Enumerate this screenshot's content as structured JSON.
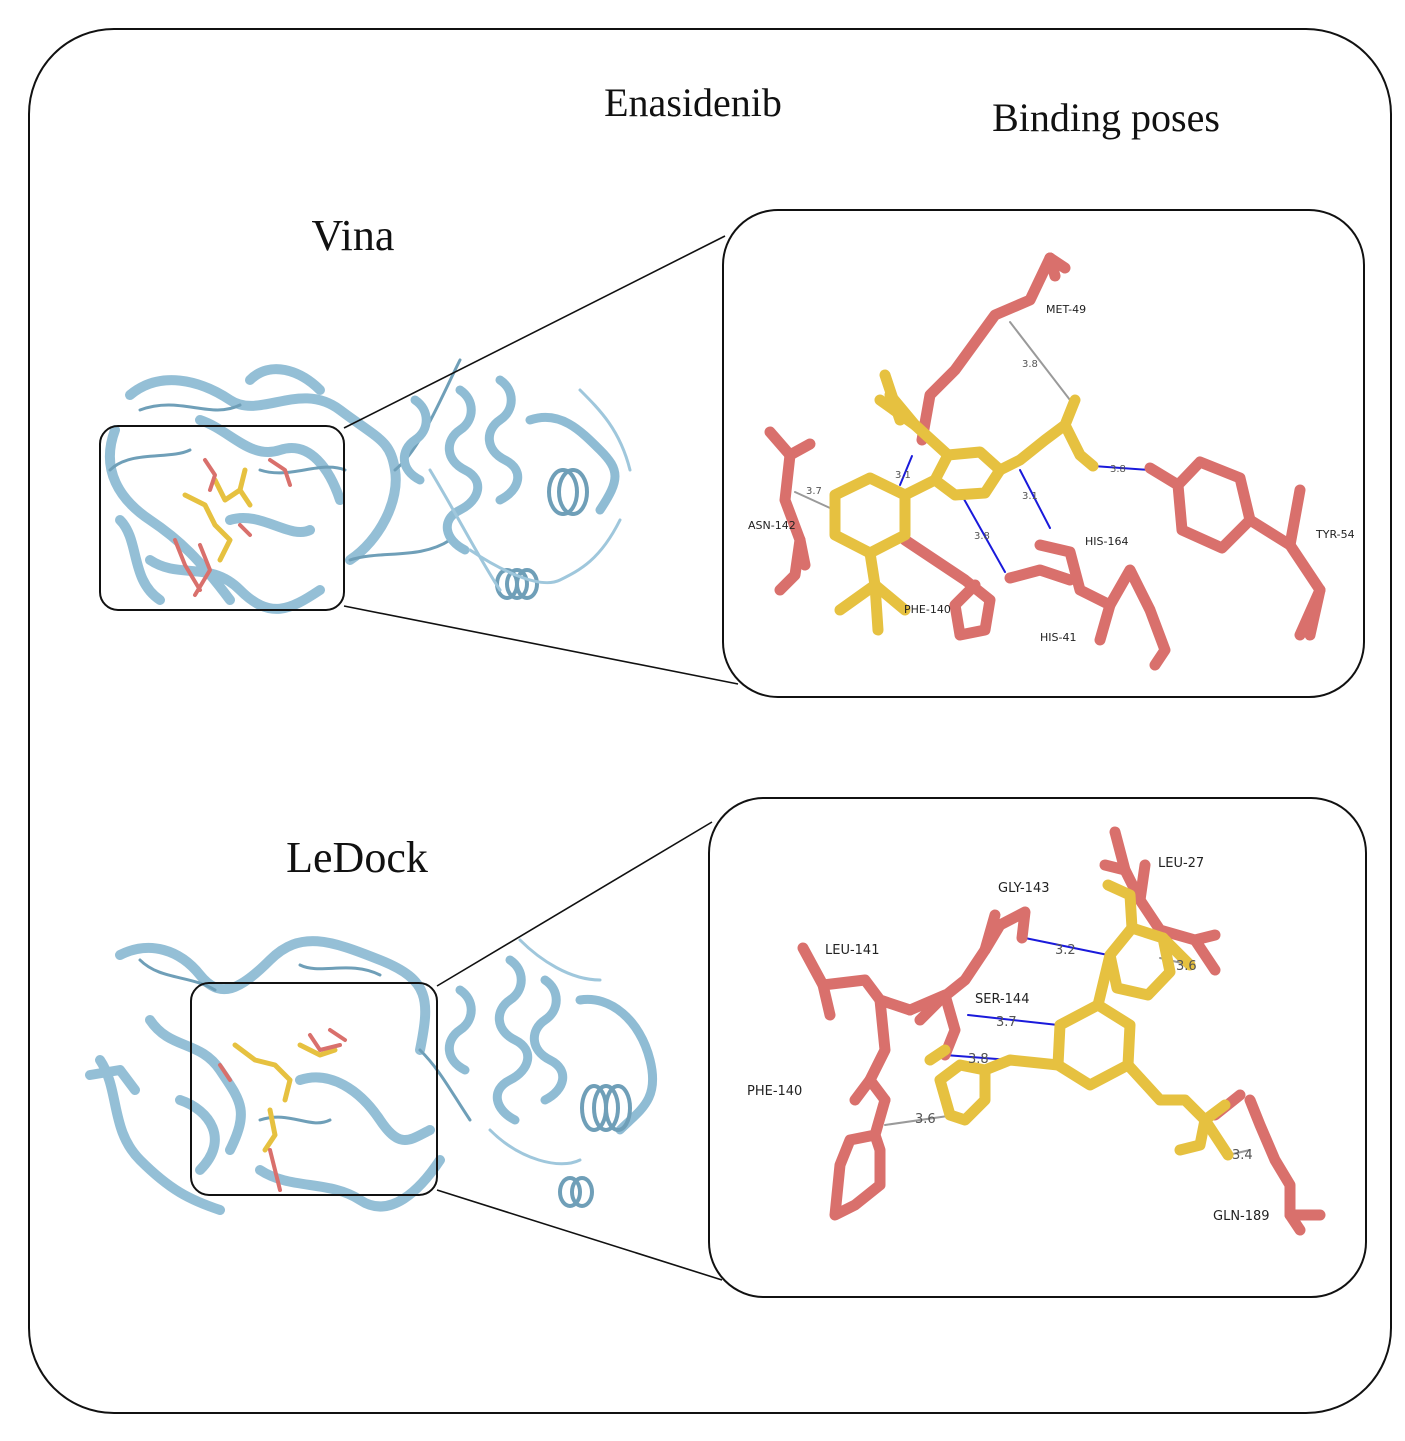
{
  "figure": {
    "title": "Enasidenib",
    "subtitle": "Binding poses",
    "colors": {
      "protein": "#9fc7dc",
      "protein_dark": "#6f9fb8",
      "ligand": "#e6c140",
      "residue": "#d9706c",
      "hbond": "#1a1adb",
      "contact": "#9a9a9a"
    },
    "panels": [
      {
        "method": "Vina",
        "residues": [
          "MET-49",
          "ASN-142",
          "TYR-54",
          "HIS-164",
          "PHE-140",
          "HIS-41"
        ],
        "distances": [
          "3.8",
          "3.7",
          "3.1",
          "3.8",
          "3.1",
          "3.8"
        ]
      },
      {
        "method": "LeDock",
        "residues": [
          "LEU-27",
          "GLY-143",
          "LEU-141",
          "SER-144",
          "PHE-140",
          "GLN-189"
        ],
        "distances": [
          "3.2",
          "3.6",
          "3.7",
          "3.8",
          "3.6",
          "3.4"
        ]
      }
    ]
  }
}
